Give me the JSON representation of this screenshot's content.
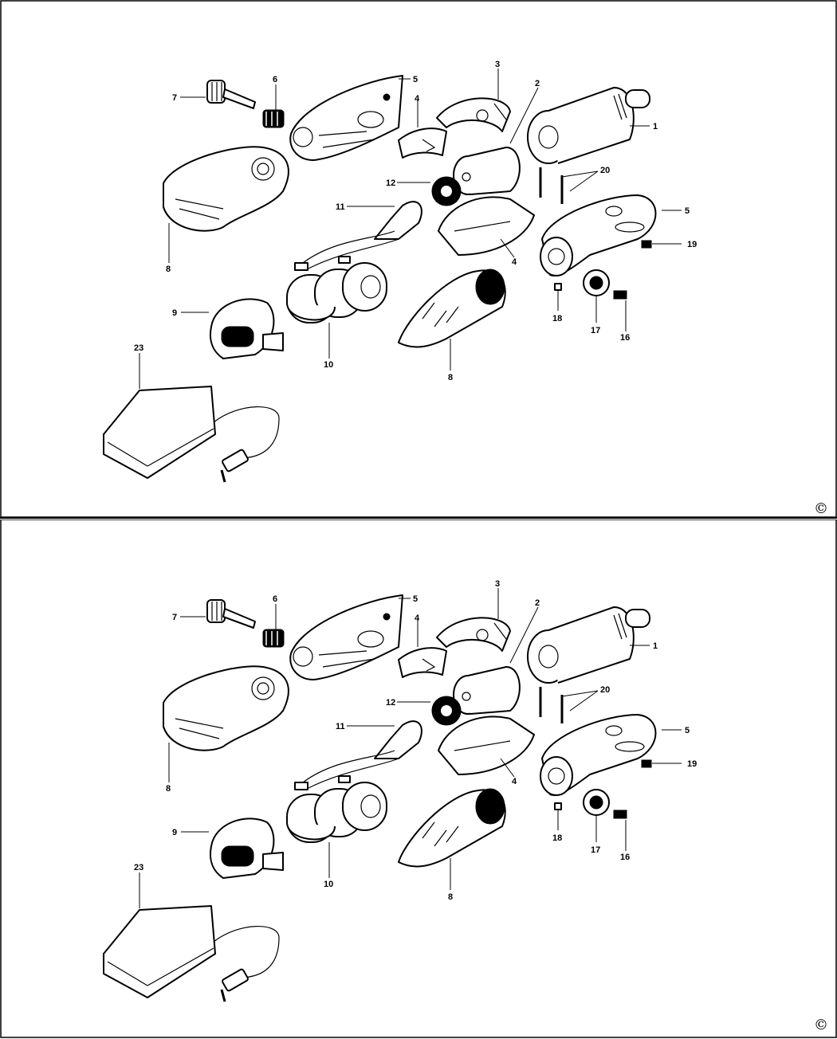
{
  "copyright_symbol": "©",
  "panels": [
    {
      "labels": [
        "1",
        "2",
        "3",
        "4",
        "4",
        "5",
        "5",
        "6",
        "7",
        "8",
        "8",
        "9",
        "10",
        "11",
        "12",
        "16",
        "17",
        "18",
        "19",
        "20",
        "23"
      ]
    },
    {
      "labels": [
        "1",
        "2",
        "3",
        "4",
        "4",
        "5",
        "5",
        "6",
        "7",
        "8",
        "8",
        "9",
        "10",
        "11",
        "12",
        "16",
        "17",
        "18",
        "19",
        "20",
        "23"
      ]
    }
  ]
}
